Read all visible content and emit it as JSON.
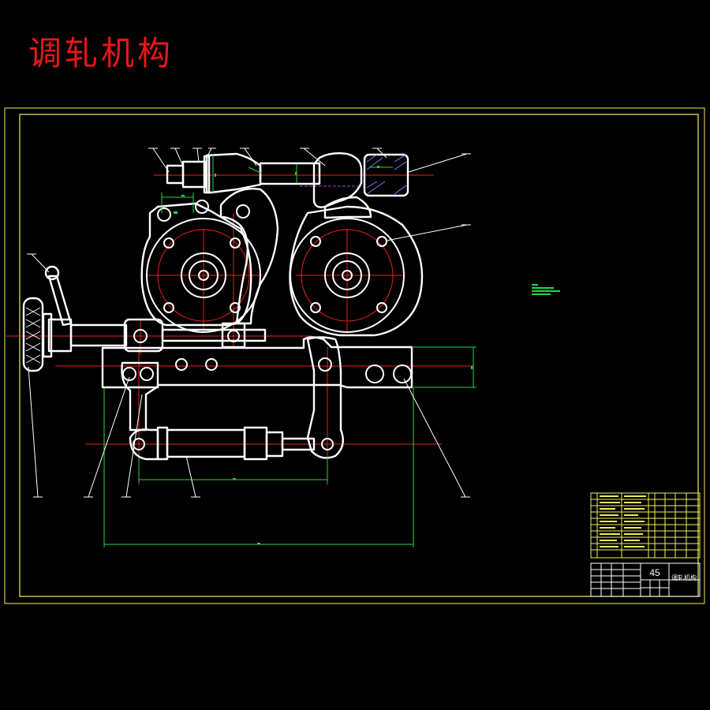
{
  "title": "调轧机构",
  "title_block": {
    "material": "45",
    "drawing_name": "调轧机构"
  },
  "colors": {
    "background": "#000000",
    "title": "#e8161a",
    "frame": "#f2ee58",
    "outline": "#ffffff",
    "centerline": "#e5251f",
    "dimension": "#22d64a",
    "hidden": "#b040c8"
  }
}
